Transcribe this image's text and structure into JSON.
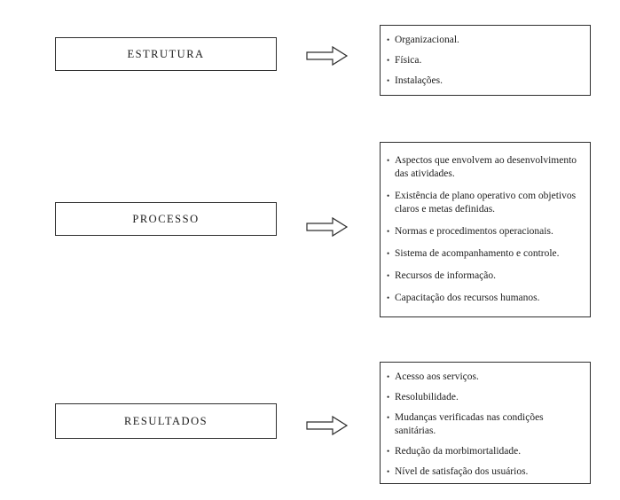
{
  "diagram": {
    "bullet": "•",
    "rows": [
      {
        "label": "ESTRUTURA",
        "items": [
          "Organizacional.",
          "Física.",
          "Instalações."
        ]
      },
      {
        "label": "PROCESSO",
        "items": [
          "Aspectos que envolvem ao desenvolvimento das atividades.",
          "Existência de plano operativo com objetivos claros e metas definidas.",
          "Normas e procedimentos operacionais.",
          "Sistema de acompanhamento e controle.",
          "Recursos de informação.",
          "Capacitação dos recursos humanos."
        ]
      },
      {
        "label": "RESULTADOS",
        "items": [
          "Acesso aos serviços.",
          "Resolubilidade.",
          "Mudanças verificadas nas condições sanitárias.",
          "Redução da morbimortalidade.",
          "Nível de satisfação dos usuários."
        ]
      }
    ]
  }
}
